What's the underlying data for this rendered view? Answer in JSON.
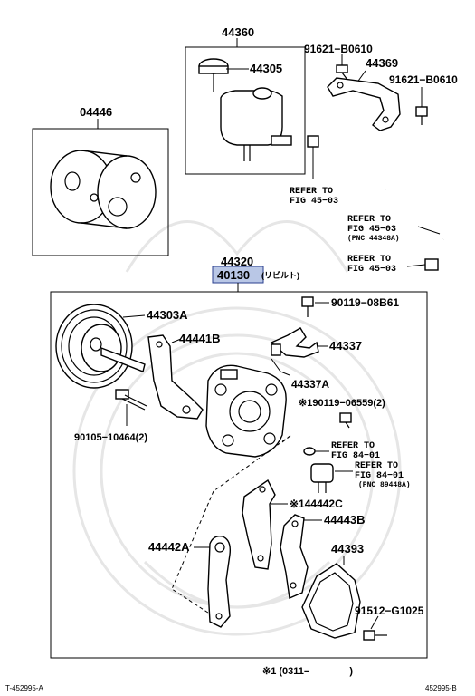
{
  "labels": {
    "p44360": "44360",
    "p44305": "44305",
    "p91621a": "91621−B0610",
    "p44369": "44369",
    "p91621b": "91621−B0610",
    "p04446": "04446",
    "p44320": "44320",
    "p40130": "40130",
    "p40130_jp": "(リビルト)",
    "p90119a": "90119−08B61",
    "p44303A": "44303A",
    "p44441B": "44441B",
    "p44337": "44337",
    "p44337A": "44337A",
    "p90119b": "※190119−06559(2)",
    "p90105": "90105−10464(2)",
    "p44442C": "※144442C",
    "p44443B": "44443B",
    "p44442A": "44442A",
    "p44393": "44393",
    "p91512": "91512−G1025"
  },
  "refs": {
    "r1_a": "REFER TO",
    "r1_b": "FIG 45−03",
    "r2_a": "REFER TO",
    "r2_b": "FIG 45−03",
    "r2_c": "(PNC 44348A)",
    "r3_a": "REFER TO",
    "r3_b": "FIG 45−03",
    "r4_a": "REFER TO",
    "r4_b": "FIG 84−01",
    "r5_a": "REFER TO",
    "r5_b": "FIG 84−01",
    "r5_c": "(PNC 89448A)"
  },
  "footer": {
    "note": "※1 (0311−　　　　)",
    "left_code": "T-452995-A",
    "right_code": "452995-B"
  },
  "colors": {
    "highlight": "#b9c7e6",
    "highlight_border": "#2a3f8f"
  }
}
